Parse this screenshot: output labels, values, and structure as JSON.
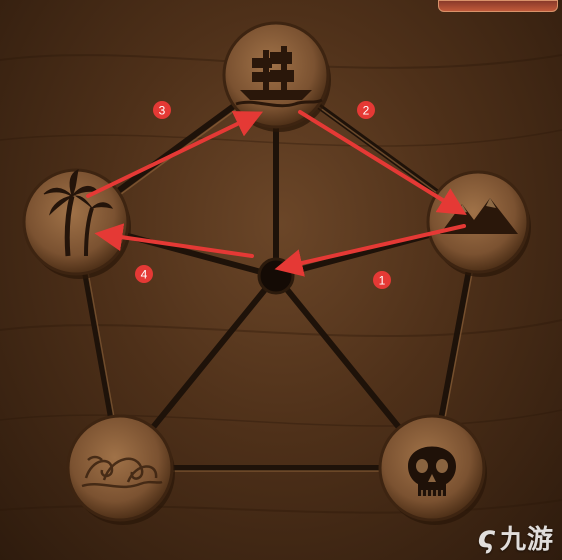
{
  "puzzle": {
    "nodes": [
      {
        "id": "ship",
        "icon": "ship-icon"
      },
      {
        "id": "mountain",
        "icon": "mountain-icon"
      },
      {
        "id": "skull",
        "icon": "skull-icon"
      },
      {
        "id": "wave",
        "icon": "wave-icon"
      },
      {
        "id": "palm",
        "icon": "palm-tree-icon"
      }
    ],
    "moves": [
      {
        "step": "1",
        "from": "mountain",
        "to": "center"
      },
      {
        "step": "2",
        "from": "ship",
        "to": "mountain"
      },
      {
        "step": "3",
        "from": "palm",
        "to": "ship"
      },
      {
        "step": "4",
        "from": "center",
        "to": "palm"
      }
    ],
    "arrow_color": "#e53935",
    "badge_color": "#e53935"
  },
  "watermark": {
    "text": "九游",
    "icon": "jiuyou-logo-icon"
  }
}
